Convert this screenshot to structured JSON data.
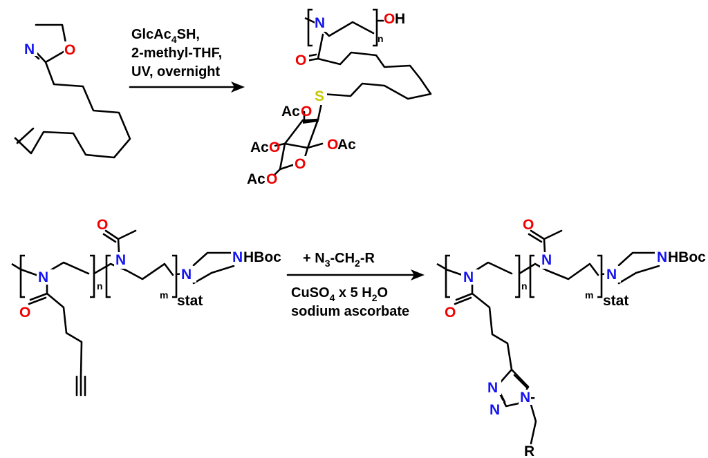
{
  "atoms": {
    "N": "N",
    "O": "O",
    "S": "S",
    "H": "H"
  },
  "groups": {
    "Ac": "Ac",
    "HBoc": "HBoc",
    "R": "R"
  },
  "reaction1": {
    "reagent_a": "GlcAc",
    "reagent_a_sub": "4",
    "reagent_a_b": "SH,",
    "solvent": "2-methyl-THF,",
    "conditions": "UV, overnight"
  },
  "polymer1": {
    "repeat": "n"
  },
  "reaction2": {
    "reagent_prefix": "+ N",
    "reagent_sub_3": "3",
    "reagent_mid": "-CH",
    "reagent_sub_2": "2",
    "reagent_suffix": "-R",
    "catalyst": "CuSO",
    "catalyst_sub": "4",
    "hydrate": " x 5 H",
    "hydrate_sub": "2",
    "hydrate_o": "O",
    "reductant": "sodium ascorbate"
  },
  "polymer2": {
    "repeat_n": "n",
    "repeat_m": "m",
    "stat": "stat"
  },
  "triazole": {
    "substituent_locant": "-"
  }
}
